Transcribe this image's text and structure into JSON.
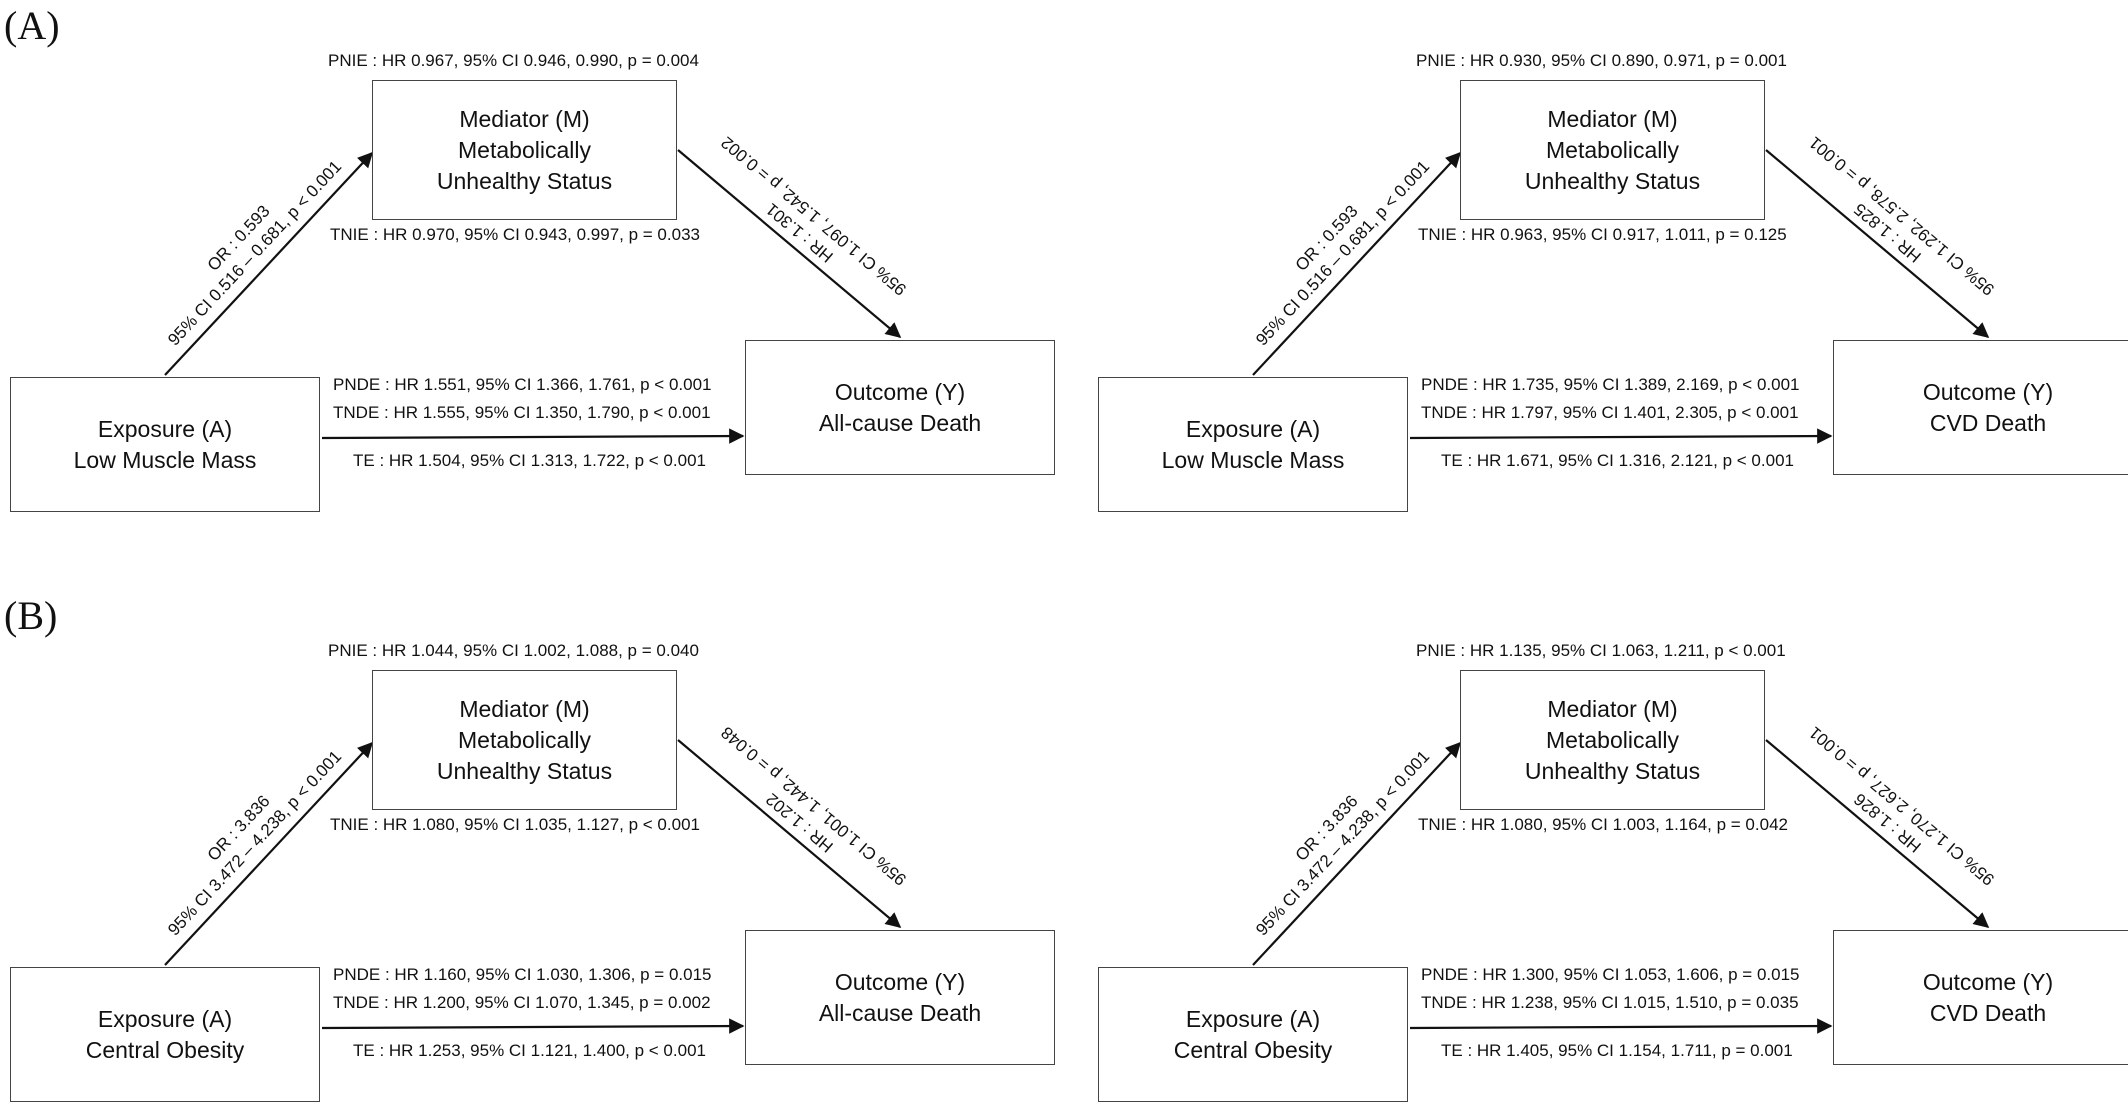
{
  "panels": [
    {
      "label": "(A)",
      "diagrams": [
        {
          "exposure": [
            "Exposure (A)",
            "Low Muscle Mass"
          ],
          "mediator": [
            "Mediator (M)",
            "Metabolically",
            "Unhealthy Status"
          ],
          "outcome": [
            "Outcome (Y)",
            "All-cause Death"
          ],
          "pnie": "PNIE : HR 0.967, 95% CI 0.946, 0.990, p = 0.004",
          "tnie": "TNIE : HR 0.970, 95% CI 0.943, 0.997, p = 0.033",
          "path_a": [
            "OR : 0.593",
            "95% CI 0.516 – 0.681, p < 0.001"
          ],
          "path_b": [
            "HR : 1.301",
            "95% CI 1.097, 1.542, p = 0.002"
          ],
          "pnde": "PNDE : HR 1.551, 95% CI 1.366, 1.761, p < 0.001",
          "tnde": "TNDE : HR 1.555, 95% CI 1.350, 1.790, p < 0.001",
          "te": "TE : HR 1.504, 95% CI 1.313, 1.722, p < 0.001"
        },
        {
          "exposure": [
            "Exposure (A)",
            "Low Muscle Mass"
          ],
          "mediator": [
            "Mediator (M)",
            "Metabolically",
            "Unhealthy Status"
          ],
          "outcome": [
            "Outcome (Y)",
            "CVD Death"
          ],
          "pnie": "PNIE : HR 0.930, 95% CI 0.890, 0.971, p = 0.001",
          "tnie": "TNIE : HR 0.963, 95% CI 0.917, 1.011, p = 0.125",
          "path_a": [
            "OR : 0.593",
            "95% CI 0.516 – 0.681, p < 0.001"
          ],
          "path_b": [
            "HR : 1.825",
            "95% CI 1.292, 2.578, p = 0.001"
          ],
          "pnde": "PNDE : HR 1.735, 95% CI 1.389, 2.169, p < 0.001",
          "tnde": "TNDE : HR 1.797, 95% CI 1.401, 2.305, p < 0.001",
          "te": "TE : HR 1.671, 95% CI 1.316, 2.121, p < 0.001"
        }
      ]
    },
    {
      "label": "(B)",
      "diagrams": [
        {
          "exposure": [
            "Exposure (A)",
            "Central Obesity"
          ],
          "mediator": [
            "Mediator (M)",
            "Metabolically",
            "Unhealthy Status"
          ],
          "outcome": [
            "Outcome (Y)",
            "All-cause Death"
          ],
          "pnie": "PNIE : HR 1.044, 95% CI 1.002, 1.088, p = 0.040",
          "tnie": "TNIE : HR 1.080, 95% CI 1.035, 1.127, p < 0.001",
          "path_a": [
            "OR : 3.836",
            "95% CI 3.472 – 4.238, p < 0.001"
          ],
          "path_b": [
            "HR : 1.202",
            "95% CI 1.001, 1.442, p = 0.048"
          ],
          "pnde": "PNDE : HR 1.160, 95% CI 1.030, 1.306, p = 0.015",
          "tnde": "TNDE : HR 1.200, 95% CI 1.070, 1.345, p = 0.002",
          "te": "TE : HR 1.253, 95% CI 1.121, 1.400, p < 0.001"
        },
        {
          "exposure": [
            "Exposure (A)",
            "Central Obesity"
          ],
          "mediator": [
            "Mediator (M)",
            "Metabolically",
            "Unhealthy Status"
          ],
          "outcome": [
            "Outcome (Y)",
            "CVD Death"
          ],
          "pnie": "PNIE : HR 1.135, 95% CI 1.063, 1.211, p < 0.001",
          "tnie": "TNIE : HR 1.080, 95% CI 1.003, 1.164, p = 0.042",
          "path_a": [
            "OR : 3.836",
            "95% CI 3.472 – 4.238, p < 0.001"
          ],
          "path_b": [
            "HR : 1.826",
            "95% CI 1.270, 2.627, p = 0.001"
          ],
          "pnde": "PNDE : HR 1.300, 95% CI 1.053, 1.606, p = 0.015",
          "tnde": "TNDE : HR 1.238, 95% CI 1.015, 1.510, p = 0.035",
          "te": "TE : HR 1.405, 95% CI 1.154, 1.711, p = 0.001"
        }
      ]
    }
  ]
}
